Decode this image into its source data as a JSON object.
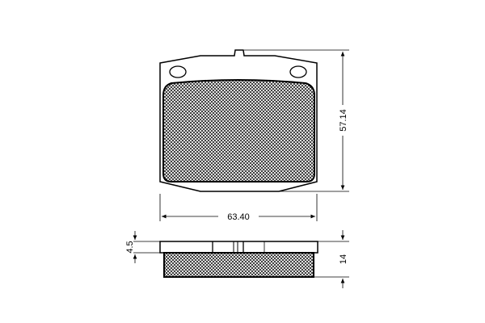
{
  "dimensions": {
    "height": "57.14",
    "width": "63.40",
    "backplate_thickness": "4.5",
    "total_thickness": "14"
  },
  "colors": {
    "line": "#000000",
    "background": "#ffffff"
  }
}
